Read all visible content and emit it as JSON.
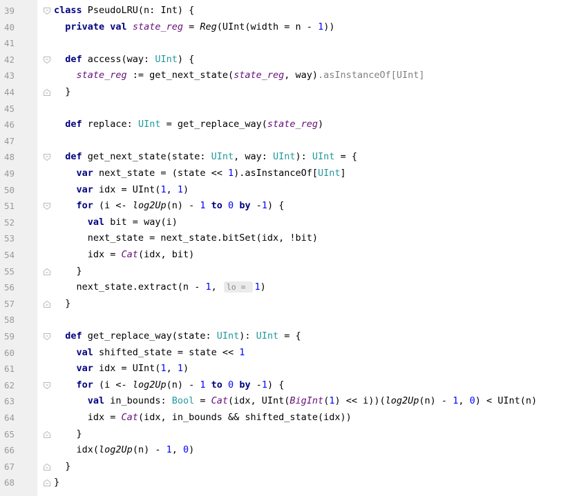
{
  "editor": {
    "lines": [
      {
        "n": "39",
        "fold": "open",
        "t": [
          [
            "class ",
            "kw"
          ],
          [
            "PseudoLRU(n: Int) {",
            ""
          ]
        ]
      },
      {
        "n": "40",
        "t": [
          [
            "  ",
            ""
          ],
          [
            "private val ",
            "kw"
          ],
          [
            "state_reg",
            "fld"
          ],
          [
            " = ",
            ""
          ],
          [
            "Reg",
            "it"
          ],
          [
            "(UInt(width = n - ",
            ""
          ],
          [
            "1",
            "num"
          ],
          [
            "))",
            ""
          ]
        ]
      },
      {
        "n": "41",
        "t": []
      },
      {
        "n": "42",
        "fold": "open",
        "t": [
          [
            "  ",
            ""
          ],
          [
            "def ",
            "kw"
          ],
          [
            "access(way: ",
            ""
          ],
          [
            "UInt",
            "tp"
          ],
          [
            ") {",
            ""
          ]
        ]
      },
      {
        "n": "43",
        "t": [
          [
            "    ",
            ""
          ],
          [
            "state_reg",
            "fld"
          ],
          [
            " := get_next_state(",
            ""
          ],
          [
            "state_reg",
            "fld"
          ],
          [
            ", way)",
            ""
          ],
          [
            ".asInstanceOf[UInt]",
            "dim"
          ]
        ]
      },
      {
        "n": "44",
        "fold": "close",
        "t": [
          [
            "  }",
            ""
          ]
        ]
      },
      {
        "n": "45",
        "t": []
      },
      {
        "n": "46",
        "t": [
          [
            "  ",
            ""
          ],
          [
            "def ",
            "kw"
          ],
          [
            "replace: ",
            ""
          ],
          [
            "UInt",
            "tp"
          ],
          [
            " = get_replace_way(",
            ""
          ],
          [
            "state_reg",
            "fld"
          ],
          [
            ")",
            ""
          ]
        ]
      },
      {
        "n": "47",
        "t": []
      },
      {
        "n": "48",
        "fold": "open",
        "t": [
          [
            "  ",
            ""
          ],
          [
            "def ",
            "kw"
          ],
          [
            "get_next_state(state: ",
            ""
          ],
          [
            "UInt",
            "tp"
          ],
          [
            ", way: ",
            ""
          ],
          [
            "UInt",
            "tp"
          ],
          [
            "): ",
            ""
          ],
          [
            "UInt",
            "tp"
          ],
          [
            " = {",
            ""
          ]
        ]
      },
      {
        "n": "49",
        "t": [
          [
            "    ",
            ""
          ],
          [
            "var ",
            "kw"
          ],
          [
            "next_state = (state << ",
            ""
          ],
          [
            "1",
            "num"
          ],
          [
            ").asInstanceOf[",
            ""
          ],
          [
            "UInt",
            "tp"
          ],
          [
            "]",
            ""
          ]
        ]
      },
      {
        "n": "50",
        "t": [
          [
            "    ",
            ""
          ],
          [
            "var ",
            "kw"
          ],
          [
            "idx = UInt(",
            ""
          ],
          [
            "1",
            "num"
          ],
          [
            ", ",
            ""
          ],
          [
            "1",
            "num"
          ],
          [
            ")",
            ""
          ]
        ]
      },
      {
        "n": "51",
        "fold": "open",
        "t": [
          [
            "    ",
            ""
          ],
          [
            "for ",
            "kw"
          ],
          [
            "(i <- ",
            ""
          ],
          [
            "log2Up",
            "it"
          ],
          [
            "(n) - ",
            ""
          ],
          [
            "1",
            "num"
          ],
          [
            " ",
            ""
          ],
          [
            "to ",
            "kw"
          ],
          [
            "0",
            "num"
          ],
          [
            " ",
            ""
          ],
          [
            "by ",
            "kw"
          ],
          [
            "-",
            ""
          ],
          [
            "1",
            "num"
          ],
          [
            ") {",
            ""
          ]
        ]
      },
      {
        "n": "52",
        "t": [
          [
            "      ",
            ""
          ],
          [
            "val ",
            "kw"
          ],
          [
            "bit = way(i)",
            ""
          ]
        ]
      },
      {
        "n": "53",
        "t": [
          [
            "      next_state = next_state.bitSet(idx, !bit)",
            ""
          ]
        ]
      },
      {
        "n": "54",
        "t": [
          [
            "      idx = ",
            ""
          ],
          [
            "Cat",
            "mth"
          ],
          [
            "(idx, bit)",
            ""
          ]
        ]
      },
      {
        "n": "55",
        "fold": "close",
        "t": [
          [
            "    }",
            ""
          ]
        ]
      },
      {
        "n": "56",
        "t": [
          [
            "    next_state.extract(n - ",
            ""
          ],
          [
            "1",
            "num"
          ],
          [
            ", ",
            ""
          ],
          [
            "lo = ",
            "hint"
          ],
          [
            "1",
            "num"
          ],
          [
            ")",
            ""
          ]
        ]
      },
      {
        "n": "57",
        "fold": "close",
        "t": [
          [
            "  }",
            ""
          ]
        ]
      },
      {
        "n": "58",
        "t": []
      },
      {
        "n": "59",
        "fold": "open",
        "t": [
          [
            "  ",
            ""
          ],
          [
            "def ",
            "kw"
          ],
          [
            "get_replace_way(state: ",
            ""
          ],
          [
            "UInt",
            "tp"
          ],
          [
            "): ",
            ""
          ],
          [
            "UInt",
            "tp"
          ],
          [
            " = {",
            ""
          ]
        ]
      },
      {
        "n": "60",
        "t": [
          [
            "    ",
            ""
          ],
          [
            "val ",
            "kw"
          ],
          [
            "shifted_state = state << ",
            ""
          ],
          [
            "1",
            "num"
          ]
        ]
      },
      {
        "n": "61",
        "t": [
          [
            "    ",
            ""
          ],
          [
            "var ",
            "kw"
          ],
          [
            "idx = UInt(",
            ""
          ],
          [
            "1",
            "num"
          ],
          [
            ", ",
            ""
          ],
          [
            "1",
            "num"
          ],
          [
            ")",
            ""
          ]
        ]
      },
      {
        "n": "62",
        "fold": "open",
        "t": [
          [
            "    ",
            ""
          ],
          [
            "for ",
            "kw"
          ],
          [
            "(i <- ",
            ""
          ],
          [
            "log2Up",
            "it"
          ],
          [
            "(n) - ",
            ""
          ],
          [
            "1",
            "num"
          ],
          [
            " ",
            ""
          ],
          [
            "to ",
            "kw"
          ],
          [
            "0",
            "num"
          ],
          [
            " ",
            ""
          ],
          [
            "by ",
            "kw"
          ],
          [
            "-",
            ""
          ],
          [
            "1",
            "num"
          ],
          [
            ") {",
            ""
          ]
        ]
      },
      {
        "n": "63",
        "t": [
          [
            "      ",
            ""
          ],
          [
            "val ",
            "kw"
          ],
          [
            "in_bounds: ",
            ""
          ],
          [
            "Bool",
            "tp"
          ],
          [
            " = ",
            ""
          ],
          [
            "Cat",
            "mth"
          ],
          [
            "(idx, UInt(",
            ""
          ],
          [
            "BigInt",
            "mth"
          ],
          [
            "(",
            ""
          ],
          [
            "1",
            "num"
          ],
          [
            ") << i))(",
            ""
          ],
          [
            "log2Up",
            "it"
          ],
          [
            "(n) - ",
            ""
          ],
          [
            "1",
            "num"
          ],
          [
            ", ",
            ""
          ],
          [
            "0",
            "num"
          ],
          [
            ") < UInt(n)",
            ""
          ]
        ]
      },
      {
        "n": "64",
        "t": [
          [
            "      idx = ",
            ""
          ],
          [
            "Cat",
            "mth"
          ],
          [
            "(idx, in_bounds && shifted_state(idx))",
            ""
          ]
        ]
      },
      {
        "n": "65",
        "fold": "close",
        "t": [
          [
            "    }",
            ""
          ]
        ]
      },
      {
        "n": "66",
        "t": [
          [
            "    idx(",
            ""
          ],
          [
            "log2Up",
            "it"
          ],
          [
            "(n) - ",
            ""
          ],
          [
            "1",
            "num"
          ],
          [
            ", ",
            ""
          ],
          [
            "0",
            "num"
          ],
          [
            ")",
            ""
          ]
        ]
      },
      {
        "n": "67",
        "fold": "close",
        "t": [
          [
            "  }",
            ""
          ]
        ]
      },
      {
        "n": "68",
        "fold": "close",
        "t": [
          [
            "}",
            ""
          ]
        ]
      }
    ]
  }
}
